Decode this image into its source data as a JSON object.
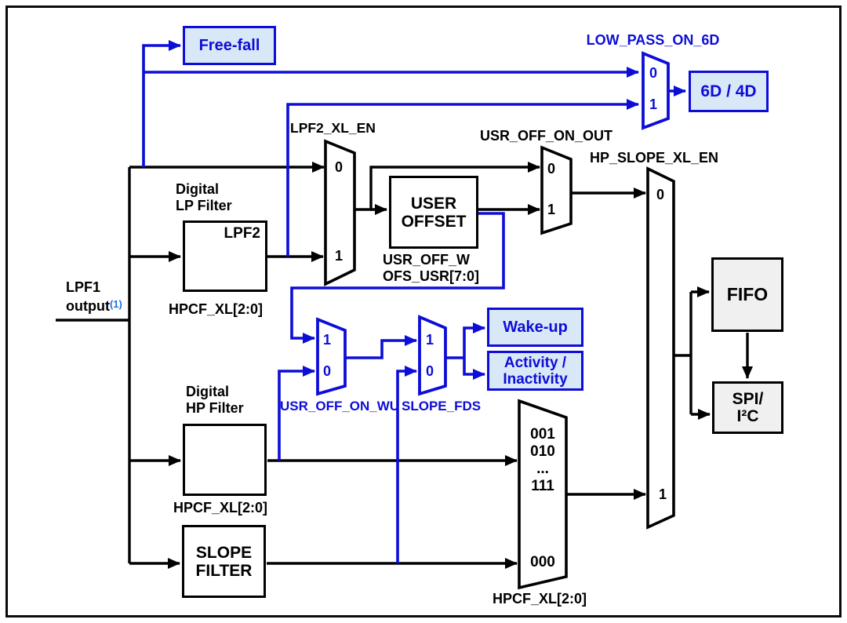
{
  "colors": {
    "blue": "#0d0dd8",
    "light_blue_fill": "#d9e8f7",
    "gray_fill": "#f0f0f0",
    "black": "#000000",
    "footnote_blue": "#1e6fe6"
  },
  "input": {
    "line1": "LPF1",
    "line2": "output",
    "sup": "(1)"
  },
  "boxes": {
    "free_fall": "Free-fall",
    "sixd": "6D / 4D",
    "lpf2_tag": "LPF2",
    "user_offset_1": "USER",
    "user_offset_2": "OFFSET",
    "wake_up": "Wake-up",
    "activity_1": "Activity /",
    "activity_2": "Inactivity",
    "slope_1": "SLOPE",
    "slope_2": "FILTER",
    "fifo": "FIFO",
    "spi_1": "SPI/",
    "spi_2": "I²C"
  },
  "labels": {
    "low_pass_on_6d": "LOW_PASS_ON_6D",
    "lpf2_xl_en": "LPF2_XL_EN",
    "usr_off_on_out": "USR_OFF_ON_OUT",
    "hp_slope_xl_en": "HP_SLOPE_XL_EN",
    "digital_lp_1": "Digital",
    "digital_lp_2": "LP Filter",
    "digital_hp_1": "Digital",
    "digital_hp_2": "HP Filter",
    "hpcf_lp": "HPCF_XL[2:0]",
    "hpcf_hp": "HPCF_XL[2:0]",
    "hpcf_mux": "HPCF_XL[2:0]",
    "usr_off_w": "USR_OFF_W",
    "ofs_usr": "OFS_USR[7:0]",
    "usr_off_on_wu": "USR_OFF_ON_WU",
    "slope_fds": "SLOPE_FDS"
  },
  "mux": {
    "lpf2_sel": {
      "in0": "0",
      "in1": "1"
    },
    "out_sel": {
      "in0": "0",
      "in1": "1"
    },
    "hp_slope_sel": {
      "in0": "0",
      "in1": "1"
    },
    "sixd_sel": {
      "in0": "0",
      "in1": "1"
    },
    "wu_sel": {
      "in1": "1",
      "in0": "0"
    },
    "fds_sel": {
      "in1": "1",
      "in0": "0"
    },
    "hpcf_sel": {
      "r1": "001",
      "r2": "010",
      "r3": "...",
      "r4": "111",
      "r5": "000"
    }
  }
}
